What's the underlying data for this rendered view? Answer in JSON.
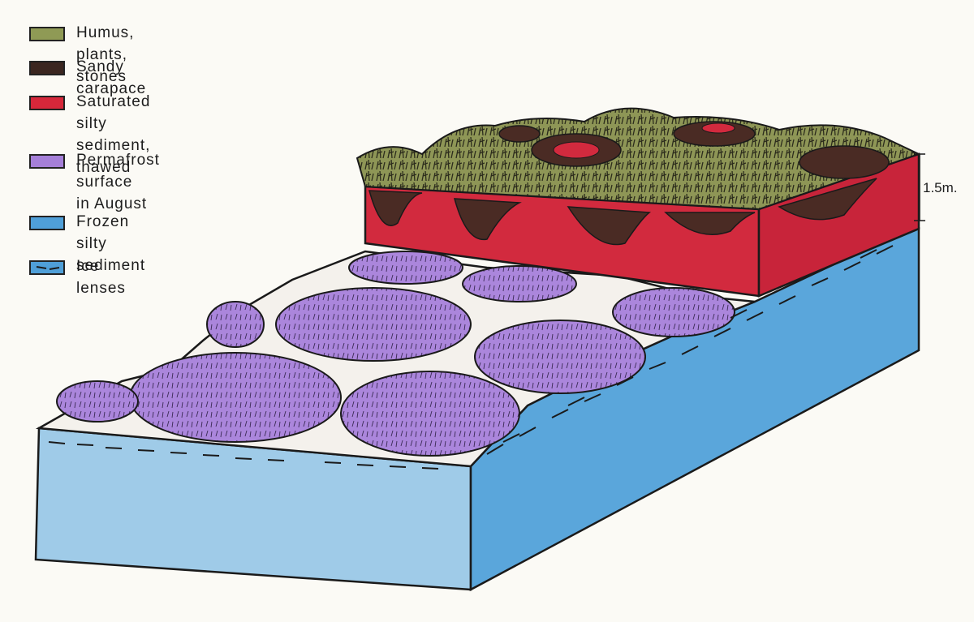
{
  "legend": {
    "items": [
      {
        "key": "humus",
        "label": "Humus, plants, stones",
        "color": "#8f9a55"
      },
      {
        "key": "carapace",
        "label": "Sandy carapace",
        "color": "#3b2620"
      },
      {
        "key": "saturated",
        "label": "Saturated silty sediment,\nthawed",
        "color": "#d6273a"
      },
      {
        "key": "permafrost",
        "label": "Permafrost surface\nin August",
        "color": "#a57fd9"
      },
      {
        "key": "frozen",
        "label": "Frozen silty sediment",
        "color": "#4f9fd8"
      },
      {
        "key": "ice",
        "label": "Ice lenses",
        "color": "#4f9fd8"
      }
    ]
  },
  "scale": {
    "label": "1.5m."
  },
  "colors": {
    "frozen_front": "#9fcbe8",
    "frozen_side": "#5aa6db",
    "permafrost": "#ab86dc",
    "permafrost_light": "#c3a9e8",
    "thawed_red": "#d22a3e",
    "carapace": "#4a2b24",
    "vegetation": "#8e9656",
    "ink": "#1a1a1a"
  }
}
